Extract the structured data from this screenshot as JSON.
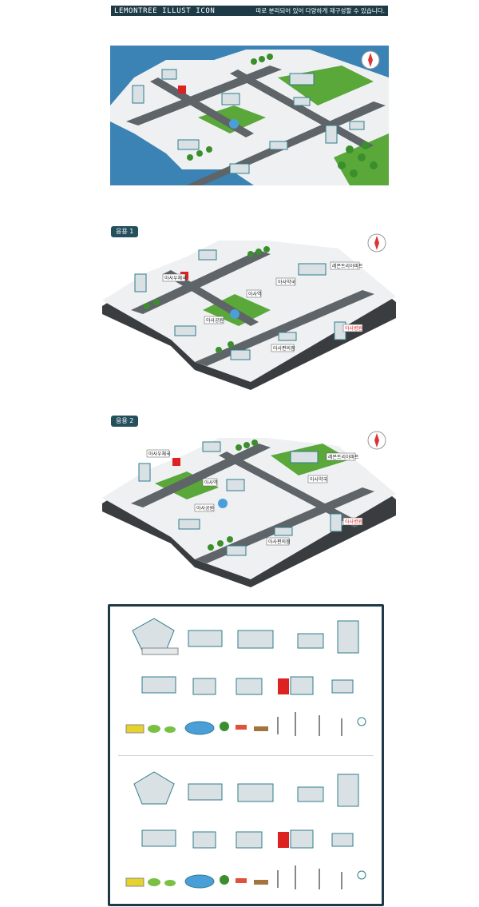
{
  "header": {
    "title": "LEMONTREE ILLUST ICON",
    "caption": "따로 분리되어 있어 다양하게 재구성할 수 있습니다."
  },
  "sections": [
    {
      "badge": "응용 1"
    },
    {
      "badge": "응용 2"
    }
  ],
  "map_labels_1": [
    "레몬트리아파트",
    "아사우체국",
    "아사약국",
    "아사역",
    "아사공원",
    "아사병원",
    "아사편의점"
  ],
  "map_labels_2": [
    "아사우체국",
    "레몬트리아파트",
    "아사약국",
    "아사역",
    "아사공원",
    "아사병원",
    "아사편의점"
  ],
  "colors": {
    "sea": "#3b83b4",
    "header_bg": "#1f3a47",
    "badge_bg": "#24505e",
    "grass": "#5aa83a",
    "road": "#5e6468",
    "ground": "#f2f3f4",
    "border": "#1f3a47"
  }
}
